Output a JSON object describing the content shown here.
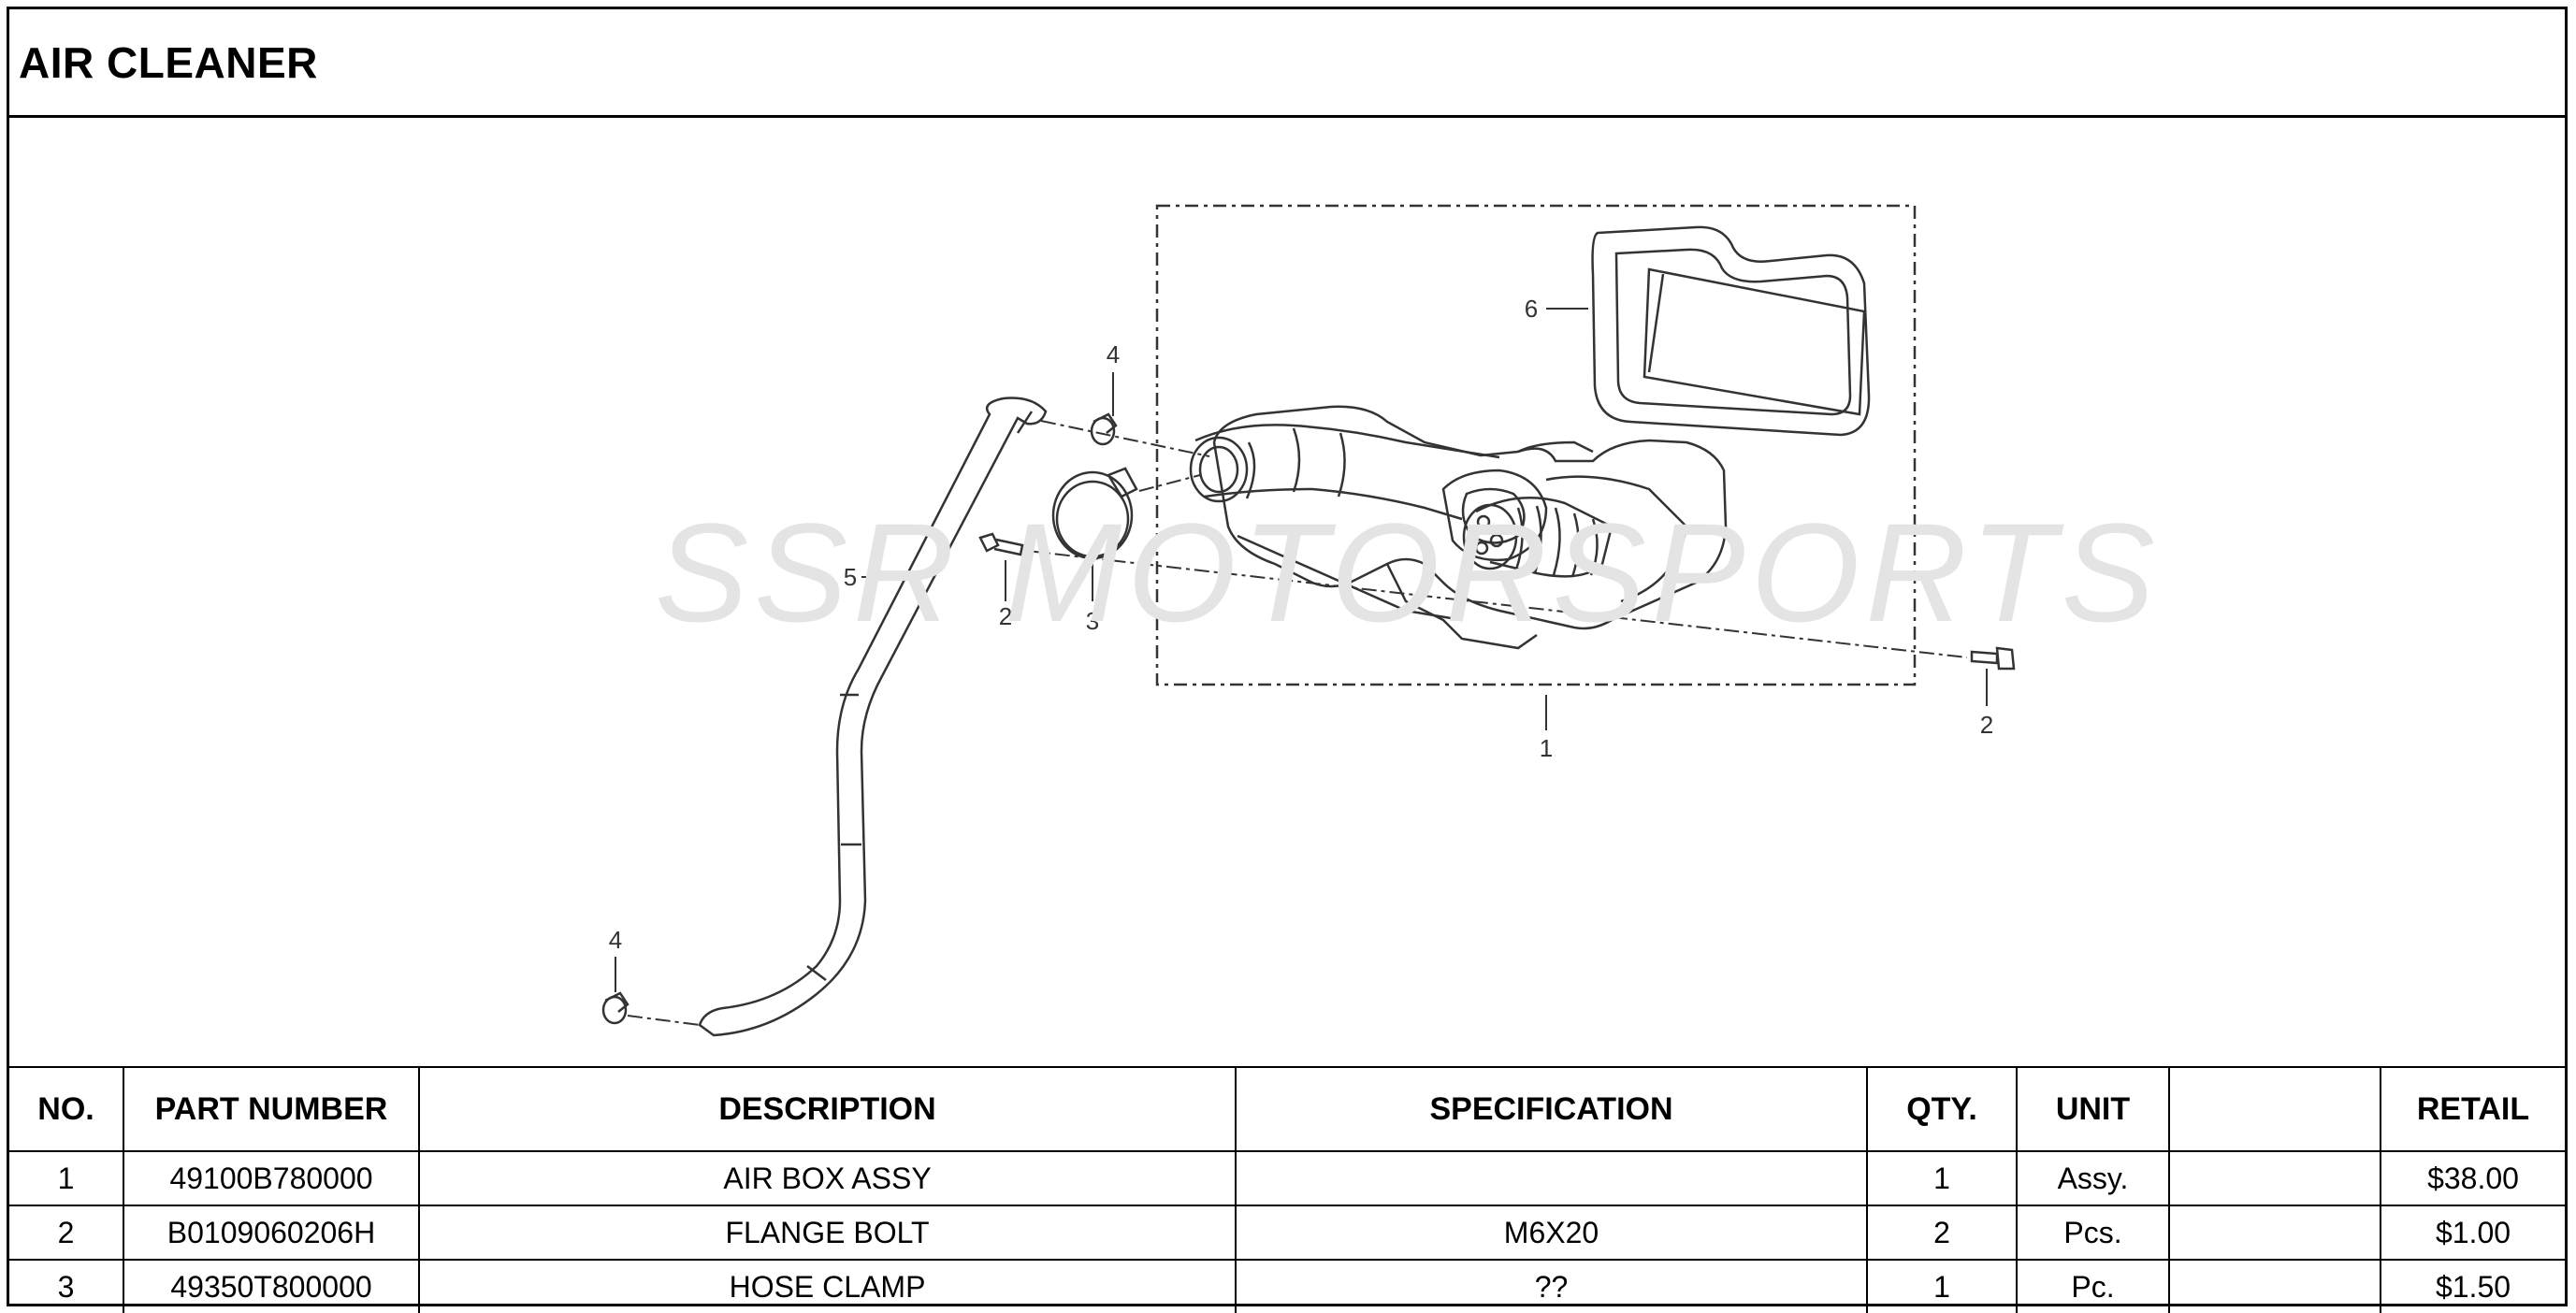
{
  "title": "AIR CLEANER",
  "watermark": "SSR MOTORSPORTS",
  "diagram": {
    "callouts": [
      {
        "key": "c1",
        "label": "1"
      },
      {
        "key": "c2a",
        "label": "2"
      },
      {
        "key": "c2b",
        "label": "2"
      },
      {
        "key": "c3",
        "label": "3"
      },
      {
        "key": "c4a",
        "label": "4"
      },
      {
        "key": "c4b",
        "label": "4"
      },
      {
        "key": "c5",
        "label": "5"
      },
      {
        "key": "c6",
        "label": "6"
      }
    ]
  },
  "table": {
    "headers": {
      "no": "NO.",
      "part_number": "PART NUMBER",
      "description": "DESCRIPTION",
      "specification": "SPECIFICATION",
      "qty": "QTY.",
      "unit": "UNIT",
      "blank": "",
      "retail": "RETAIL"
    },
    "rows": [
      {
        "no": "1",
        "part_number": "49100B780000",
        "description": "AIR BOX ASSY",
        "specification": "",
        "qty": "1",
        "unit": "Assy.",
        "retail": "$38.00"
      },
      {
        "no": "2",
        "part_number": "B0109060206H",
        "description": "FLANGE BOLT",
        "specification": "M6X20",
        "qty": "2",
        "unit": "Pcs.",
        "retail": "$1.00"
      },
      {
        "no": "3",
        "part_number": "49350T800000",
        "description": "HOSE CLAMP",
        "specification": "??",
        "qty": "1",
        "unit": "Pc.",
        "retail": "$1.50"
      }
    ]
  }
}
